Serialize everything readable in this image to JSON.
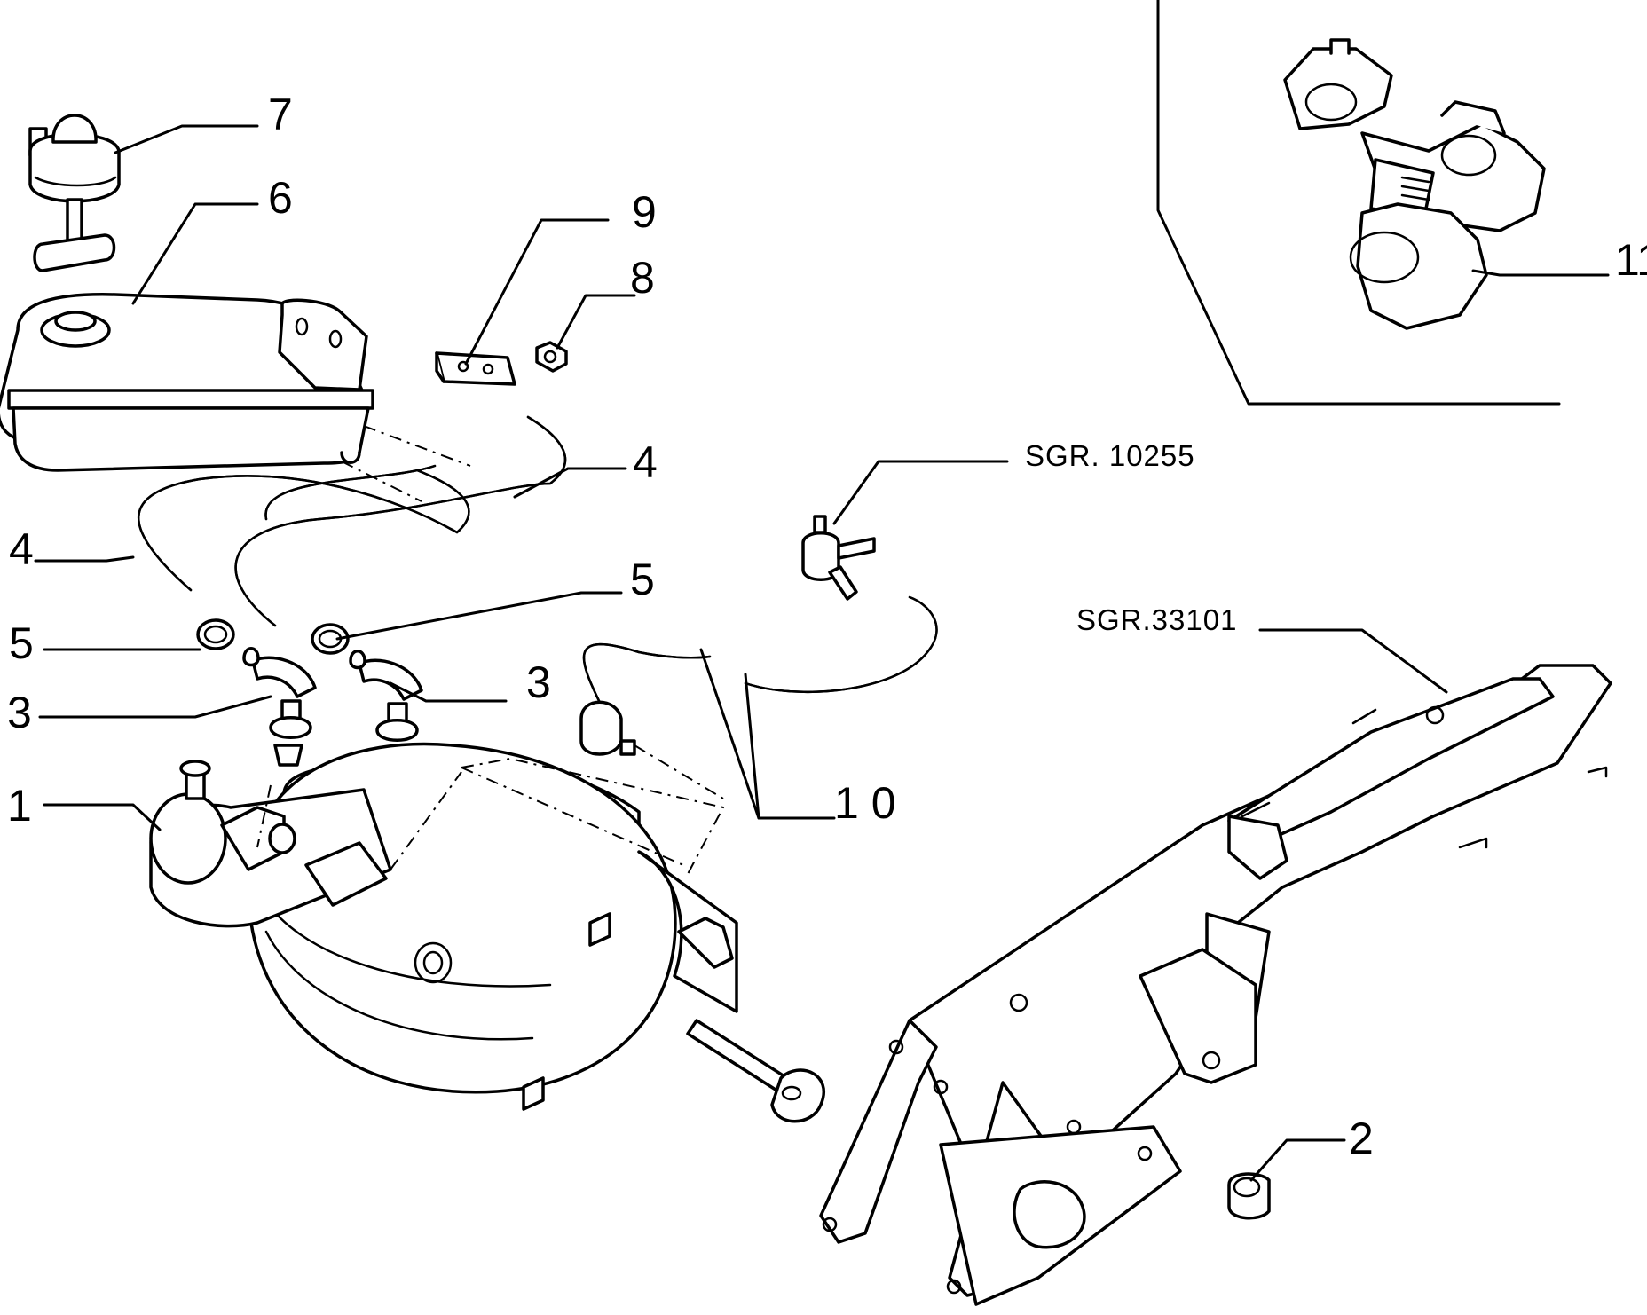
{
  "callouts": {
    "c1": "1",
    "c2": "2",
    "c3a": "3",
    "c3b": "3",
    "c4a": "4",
    "c4b": "4",
    "c5a": "5",
    "c5b": "5",
    "c6": "6",
    "c7": "7",
    "c8": "8",
    "c9": "9",
    "c10": "1 0",
    "c11": "11"
  },
  "references": {
    "ref_top": "SGR. 10255",
    "ref_bracket": "SGR.33101"
  }
}
